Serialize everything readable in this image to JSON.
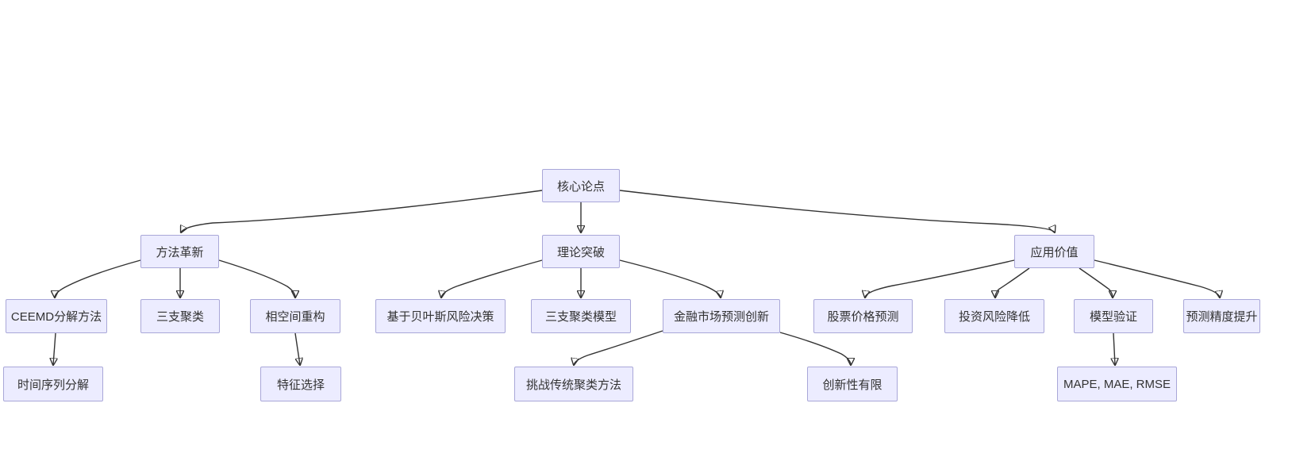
{
  "diagram": {
    "type": "flowchart",
    "direction": "top-down",
    "nodes": [
      {
        "id": "core",
        "label": "核心论点",
        "level": 1
      },
      {
        "id": "method",
        "label": "方法革新",
        "level": 2
      },
      {
        "id": "theory",
        "label": "理论突破",
        "level": 2
      },
      {
        "id": "application",
        "label": "应用价值",
        "level": 2
      },
      {
        "id": "ceemd",
        "label": "CEEMD分解方法",
        "level": 3
      },
      {
        "id": "threeway",
        "label": "三支聚类",
        "level": 3
      },
      {
        "id": "phase",
        "label": "相空间重构",
        "level": 3
      },
      {
        "id": "bayes",
        "label": "基于贝叶斯风险决策",
        "level": 3
      },
      {
        "id": "twcmodel",
        "label": "三支聚类模型",
        "level": 3
      },
      {
        "id": "finmarket",
        "label": "金融市场预测创新",
        "level": 3
      },
      {
        "id": "stock",
        "label": "股票价格预测",
        "level": 3
      },
      {
        "id": "invest",
        "label": "投资风险降低",
        "level": 3
      },
      {
        "id": "modelval",
        "label": "模型验证",
        "level": 3
      },
      {
        "id": "accuracy",
        "label": "预测精度提升",
        "level": 3
      },
      {
        "id": "tsdecomp",
        "label": "时间序列分解",
        "level": 4
      },
      {
        "id": "feature",
        "label": "特征选择",
        "level": 4
      },
      {
        "id": "challenge",
        "label": "挑战传统聚类方法",
        "level": 4
      },
      {
        "id": "limited",
        "label": "创新性有限",
        "level": 4
      },
      {
        "id": "metrics",
        "label": "MAPE, MAE, RMSE",
        "level": 4
      }
    ],
    "edges": [
      {
        "from": "core",
        "to": "method"
      },
      {
        "from": "core",
        "to": "theory"
      },
      {
        "from": "core",
        "to": "application"
      },
      {
        "from": "method",
        "to": "ceemd"
      },
      {
        "from": "method",
        "to": "threeway"
      },
      {
        "from": "method",
        "to": "phase"
      },
      {
        "from": "theory",
        "to": "bayes"
      },
      {
        "from": "theory",
        "to": "twcmodel"
      },
      {
        "from": "theory",
        "to": "finmarket"
      },
      {
        "from": "application",
        "to": "stock"
      },
      {
        "from": "application",
        "to": "invest"
      },
      {
        "from": "application",
        "to": "modelval"
      },
      {
        "from": "application",
        "to": "accuracy"
      },
      {
        "from": "ceemd",
        "to": "tsdecomp"
      },
      {
        "from": "phase",
        "to": "feature"
      },
      {
        "from": "finmarket",
        "to": "challenge"
      },
      {
        "from": "finmarket",
        "to": "limited"
      },
      {
        "from": "modelval",
        "to": "metrics"
      }
    ]
  },
  "colors": {
    "background": "#ffffff",
    "node_fill": "#ECECFF",
    "node_border": "#a9a7d8",
    "edge": "#333333",
    "text": "#333333"
  }
}
